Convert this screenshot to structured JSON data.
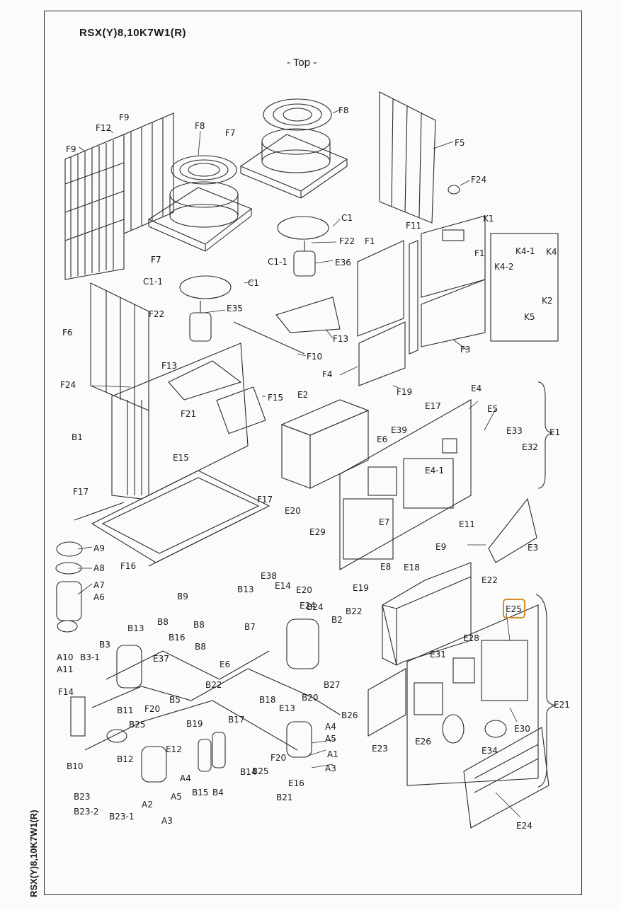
{
  "header": {
    "model_title": "RSX(Y)8,10K7W1(R)",
    "view_title": "- Top -",
    "side_model": "RSX(Y)8,10K7W1(R)"
  },
  "highlight_color": "#d98b2b",
  "labels": [
    "F9",
    "F12",
    "F9",
    "F8",
    "F7",
    "F8",
    "F7",
    "F5",
    "F24",
    "F7",
    "C1",
    "C1-1",
    "F22",
    "E36",
    "F11",
    "K1",
    "F1",
    "F1",
    "K4-1",
    "K4",
    "K4-2",
    "K2",
    "K5",
    "F3",
    "F4",
    "F19",
    "C1-1",
    "C1",
    "F22",
    "E35",
    "F6",
    "F13",
    "F10",
    "F13",
    "F15",
    "F24",
    "F21",
    "B1",
    "E15",
    "E2",
    "E4",
    "E17",
    "E5",
    "E6",
    "E39",
    "E33",
    "E32",
    "E1",
    "E4-1",
    "F17",
    "F17",
    "E20",
    "E29",
    "E7",
    "E11",
    "E3",
    "A9",
    "A8",
    "A7",
    "A6",
    "F16",
    "E8",
    "E18",
    "E9",
    "E19",
    "E38",
    "E14",
    "E20",
    "B13",
    "E24",
    "B9",
    "B24",
    "B22",
    "B8",
    "B2",
    "B8",
    "B7",
    "A10",
    "A11",
    "B3",
    "B13",
    "B16",
    "B8",
    "E37",
    "E6",
    "B22",
    "B3-1",
    "B5",
    "F14",
    "B11",
    "F20",
    "B19",
    "B17",
    "B18",
    "E13",
    "B20",
    "B27",
    "B26",
    "A4",
    "A5",
    "A1",
    "A3",
    "B25",
    "B12",
    "E12",
    "B10",
    "A4",
    "B15",
    "B4",
    "B14",
    "B25",
    "F20",
    "E16",
    "B21",
    "B23",
    "B23-2",
    "B23-1",
    "A2",
    "A5",
    "A3",
    "E22",
    "E25",
    "E28",
    "E31",
    "E21",
    "E23",
    "E26",
    "E34",
    "E30",
    "E24"
  ]
}
